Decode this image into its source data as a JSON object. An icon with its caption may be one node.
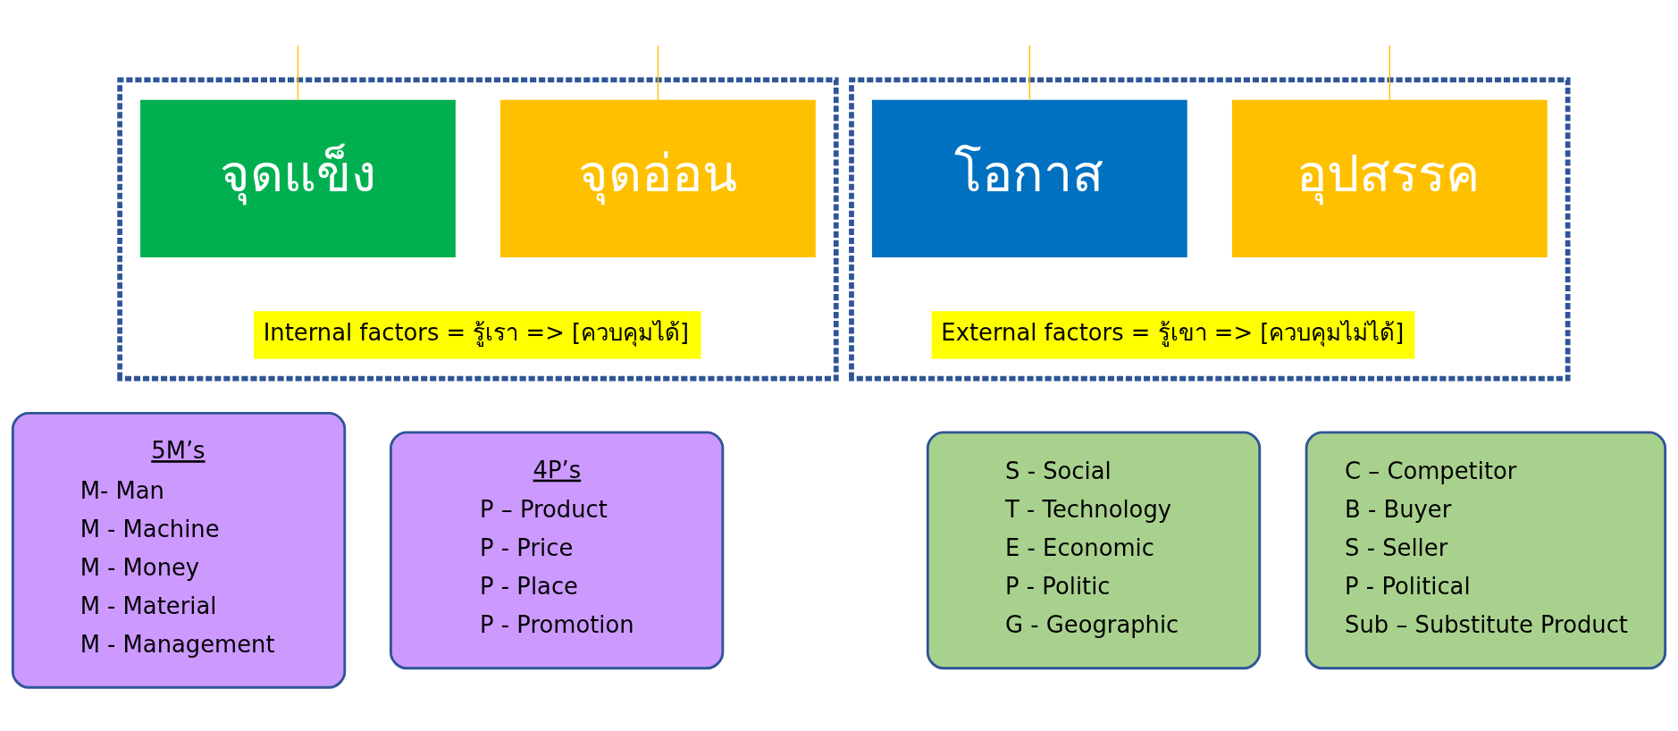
{
  "diagram": {
    "nodes": [
      {
        "text": [],
        "shape": "box"
      },
      {
        "text": [
          "จุดแข็ง"
        ],
        "in": 0
      },
      {
        "text": [
          "จุดอ่อน"
        ],
        "in": 0
      },
      {
        "text": [
          "Internal factors = รู้เรา => [ควบคุมได้]"
        ],
        "in": 0
      },
      {
        "text": [],
        "shape": "box"
      },
      {
        "text": [
          "โอกาส"
        ],
        "in": 4
      },
      {
        "text": [
          "อุปสรรค"
        ],
        "in": 4
      },
      {
        "text": [
          "External factors = รู้เขา => [ควบคุมไม่ได้]"
        ],
        "in": 4
      },
      {
        "text": [
          "5M’s",
          "M- Man",
          "M - Machine",
          "M - Money",
          "M - Material",
          "M - Management"
        ]
      },
      {
        "text": [
          "4P’s",
          "P – Product",
          "P - Price",
          "P - Place",
          "P - Promotion"
        ]
      },
      {
        "text": [
          "S - Social",
          "T - Technology",
          "E - Economic",
          "P - Politic",
          "G - Geographic"
        ]
      },
      {
        "text": [
          "C – Competitor",
          "B - Buyer",
          "S - Seller",
          "P - Political",
          "Sub – Substitute Product"
        ]
      }
    ],
    "edges": [
      {
        "from": null,
        "to": 1,
        "arrow": "none"
      },
      {
        "from": null,
        "to": 2,
        "arrow": "none"
      },
      {
        "from": null,
        "to": 5,
        "arrow": "none"
      },
      {
        "from": null,
        "to": 6,
        "arrow": "none"
      }
    ]
  }
}
